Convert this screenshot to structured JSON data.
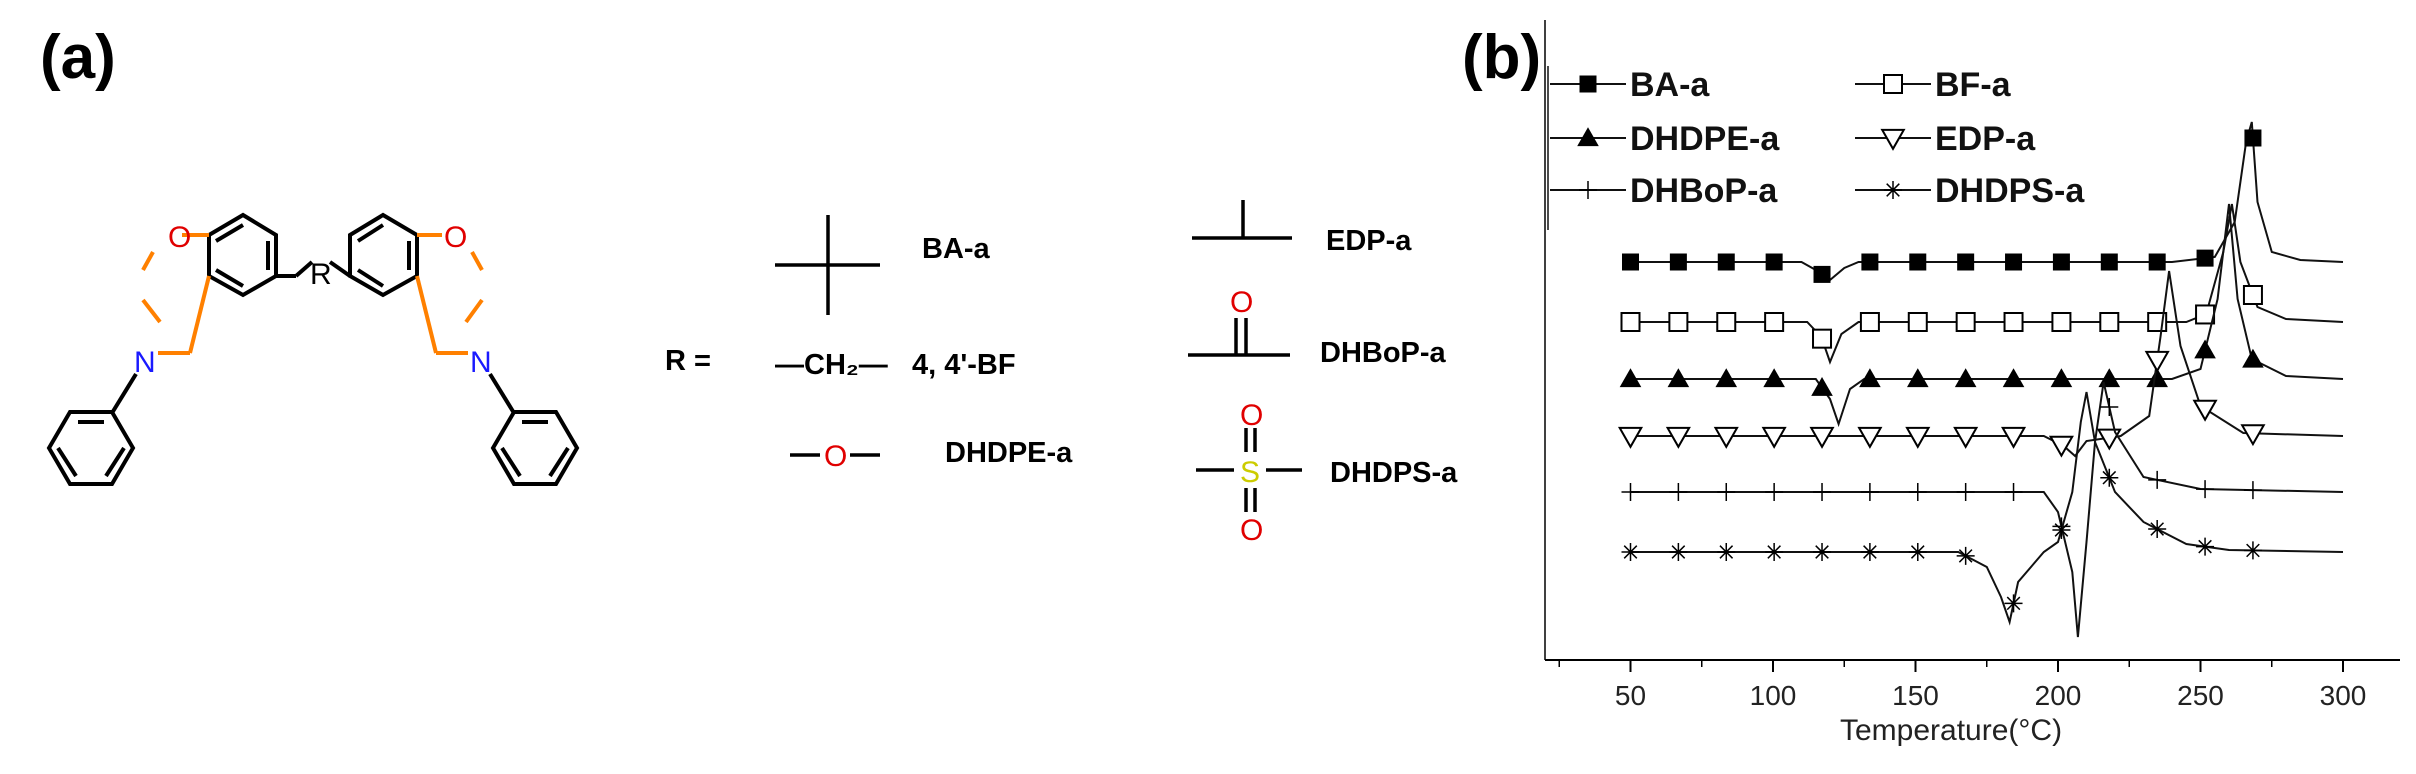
{
  "panel_a": {
    "label": "(a)",
    "r_atom": "R",
    "r_equals": "R =",
    "heteroatoms": {
      "o": "O",
      "n": "N",
      "s": "S"
    },
    "ch2": "—CH₂—",
    "variants": [
      {
        "name": "BA-a"
      },
      {
        "name": "4, 4'-BF"
      },
      {
        "name": "DHDPE-a"
      },
      {
        "name": "EDP-a"
      },
      {
        "name": "DHBoP-a"
      },
      {
        "name": "DHDPS-a"
      }
    ]
  },
  "panel_b": {
    "label": "(b)"
  },
  "chart_data": {
    "type": "line",
    "xlabel": "Temperature(°C)",
    "ylabel": "",
    "xlim": [
      20,
      320
    ],
    "xticks": [
      50,
      100,
      150,
      200,
      250,
      300
    ],
    "legend_position": "top-left",
    "series": [
      {
        "name": "BA-a",
        "marker": "filled-square",
        "offset": 0,
        "peak_x": 268,
        "peak_h": 140,
        "dip_x": 120,
        "dip_d": 18,
        "points": [
          [
            50,
            0
          ],
          [
            110,
            0
          ],
          [
            115,
            -8
          ],
          [
            120,
            -18
          ],
          [
            125,
            -6
          ],
          [
            130,
            0
          ],
          [
            240,
            0
          ],
          [
            255,
            5
          ],
          [
            262,
            40
          ],
          [
            266,
            120
          ],
          [
            268,
            140
          ],
          [
            270,
            60
          ],
          [
            275,
            10
          ],
          [
            285,
            2
          ],
          [
            300,
            0
          ]
        ]
      },
      {
        "name": "BF-a",
        "marker": "open-square",
        "offset": 1,
        "peak_x": 261,
        "peak_h": 118,
        "dip_x": 120,
        "dip_d": 40,
        "points": [
          [
            50,
            0
          ],
          [
            112,
            0
          ],
          [
            117,
            -15
          ],
          [
            120,
            -40
          ],
          [
            124,
            -12
          ],
          [
            130,
            0
          ],
          [
            245,
            0
          ],
          [
            252,
            8
          ],
          [
            258,
            70
          ],
          [
            261,
            118
          ],
          [
            264,
            60
          ],
          [
            270,
            15
          ],
          [
            280,
            3
          ],
          [
            300,
            0
          ]
        ]
      },
      {
        "name": "DHDPE-a",
        "marker": "filled-triangle",
        "offset": 2,
        "peak_x": 260,
        "peak_h": 175,
        "dip_x": 123,
        "dip_d": 45,
        "points": [
          [
            50,
            0
          ],
          [
            115,
            0
          ],
          [
            120,
            -20
          ],
          [
            123,
            -45
          ],
          [
            127,
            -10
          ],
          [
            132,
            0
          ],
          [
            240,
            0
          ],
          [
            250,
            10
          ],
          [
            256,
            80
          ],
          [
            260,
            175
          ],
          [
            263,
            80
          ],
          [
            268,
            20
          ],
          [
            280,
            3
          ],
          [
            300,
            0
          ]
        ]
      },
      {
        "name": "EDP-a",
        "marker": "open-triangle-down",
        "offset": 3,
        "peak_x": 239,
        "peak_h": 165,
        "dip_x": 206,
        "dip_d": 20,
        "points": [
          [
            50,
            0
          ],
          [
            195,
            0
          ],
          [
            202,
            -10
          ],
          [
            206,
            -20
          ],
          [
            210,
            -5
          ],
          [
            222,
            0
          ],
          [
            232,
            20
          ],
          [
            236,
            100
          ],
          [
            239,
            165
          ],
          [
            243,
            90
          ],
          [
            250,
            30
          ],
          [
            265,
            3
          ],
          [
            300,
            0
          ]
        ]
      },
      {
        "name": "DHBoP-a",
        "marker": "plus",
        "offset": 4,
        "peak_x": 216,
        "peak_h": 110,
        "dip_x": 207,
        "dip_d": 145,
        "points": [
          [
            50,
            0
          ],
          [
            195,
            0
          ],
          [
            200,
            -20
          ],
          [
            205,
            -80
          ],
          [
            207,
            -145
          ],
          [
            210,
            -50
          ],
          [
            213,
            50
          ],
          [
            216,
            110
          ],
          [
            220,
            60
          ],
          [
            230,
            15
          ],
          [
            250,
            3
          ],
          [
            300,
            0
          ]
        ]
      },
      {
        "name": "DHDPS-a",
        "marker": "asterisk",
        "offset": 5,
        "peak_x": 210,
        "peak_h": 160,
        "dip_x": 183,
        "dip_d": 70,
        "points": [
          [
            50,
            0
          ],
          [
            165,
            0
          ],
          [
            175,
            -15
          ],
          [
            180,
            -45
          ],
          [
            183,
            -70
          ],
          [
            186,
            -30
          ],
          [
            195,
            0
          ],
          [
            200,
            10
          ],
          [
            205,
            60
          ],
          [
            208,
            130
          ],
          [
            210,
            160
          ],
          [
            213,
            110
          ],
          [
            220,
            60
          ],
          [
            230,
            30
          ],
          [
            245,
            8
          ],
          [
            260,
            2
          ],
          [
            300,
            0
          ]
        ]
      }
    ]
  }
}
